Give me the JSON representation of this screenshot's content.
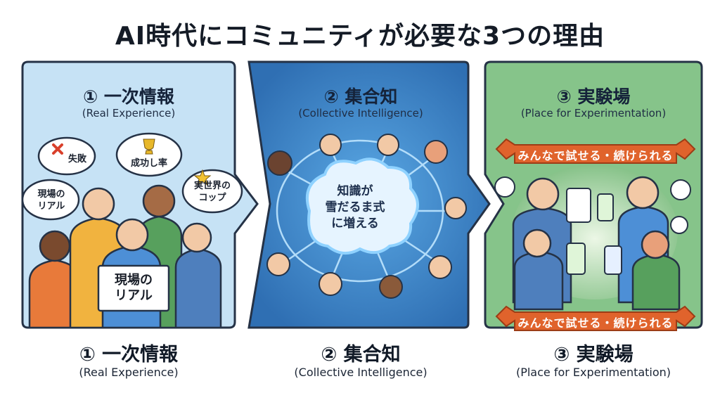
{
  "title": "AI時代にコミュニティが必要な3つの理由",
  "panels": [
    {
      "heading": "① 一次情報",
      "subtitle": "(Real Experience)",
      "bubbles": [
        "失敗",
        "成功し率",
        "現場の\nリアル",
        "実世界の\nコップ"
      ],
      "sign": "現場の\nリアル"
    },
    {
      "heading": "② 集合知",
      "subtitle": "(Collective Intelligence)",
      "center_text": "知識が\n雪だるま式\nに増える"
    },
    {
      "heading": "③ 実験場",
      "subtitle": "(Place for Experimentation)",
      "ribbon_top": "みんなで試せる・続けられる",
      "ribbon_bottom": "みんなで試せる・続けられる"
    }
  ],
  "captions": [
    {
      "heading": "① 一次情報",
      "subtitle": "(Real Experience)"
    },
    {
      "heading": "② 集合知",
      "subtitle": "(Collective Intelligence)"
    },
    {
      "heading": "③ 実験場",
      "subtitle": "(Place for Experimentation)"
    }
  ],
  "colors": {
    "panel1": "#c6e2f5",
    "panel2": "#3f86c9",
    "panel3": "#86c48a",
    "ribbon": "#e0632c",
    "stroke": "#253246"
  }
}
